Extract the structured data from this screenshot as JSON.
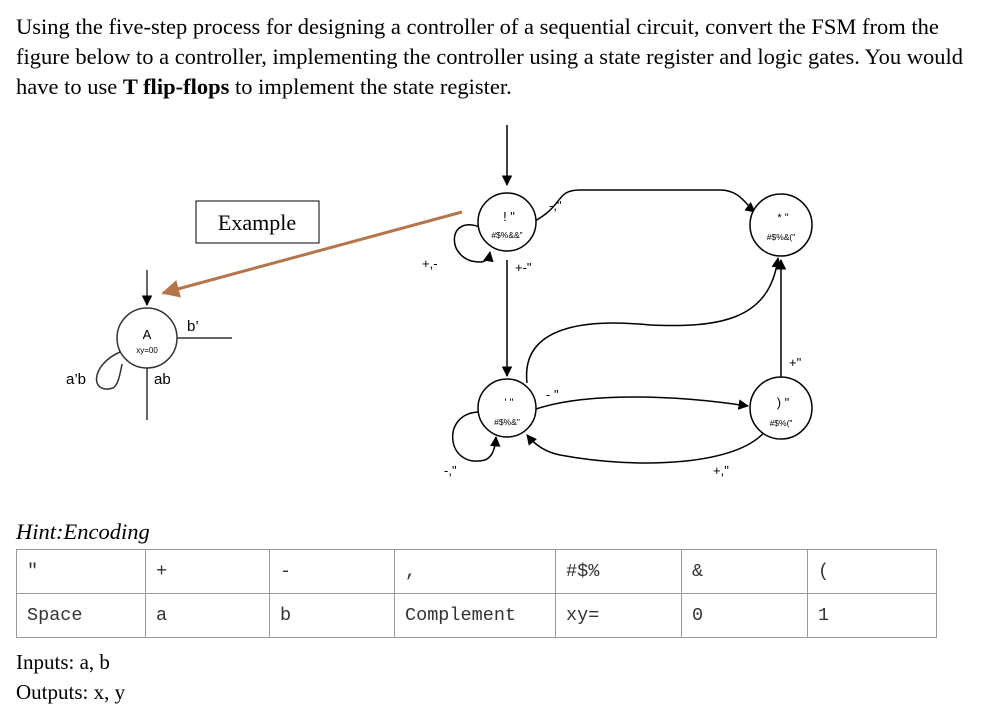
{
  "question": {
    "part1": "Using the five-step process for designing a controller of a sequential circuit, convert the FSM from the figure below to a controller, implementing the controller using a state register and logic gates. You would have to use ",
    "bold": "T flip-flops",
    "part2": " to implement the state register."
  },
  "example": {
    "box_label": "Example",
    "state_name": "A",
    "state_output": "xy=00",
    "labels": {
      "left_loop": "a’b",
      "right": "b’",
      "down": "ab"
    }
  },
  "fsm": {
    "states": {
      "s1": {
        "name": "! \"",
        "output": "#$%&&\""
      },
      "s2": {
        "name": "* \"",
        "output": "#$%&(\""
      },
      "s3": {
        "name": "' \"",
        "output": "#$%&\""
      },
      "s4": {
        "name": ") \"",
        "output": "#$%(\""
      }
    },
    "transitions": {
      "s1_self": "+,-",
      "s1_to_s2": "-,\"",
      "s1_to_s3": "+-\"",
      "s3_self": "-,\"",
      "s3_to_s2": "- \"",
      "s4_to_s2": "+\"",
      "s4_to_s3": "+,\""
    }
  },
  "hint": {
    "label": "Hint:Encoding"
  },
  "encoding": {
    "symbols": [
      "\"",
      "+",
      "-",
      ",",
      "#$%",
      "&",
      "("
    ],
    "meanings": [
      "Space",
      "a",
      "b",
      "Complement",
      "xy=",
      "0",
      "1"
    ]
  },
  "io": {
    "inputs": "Inputs: a, b",
    "outputs": "Outputs: x, y"
  },
  "colors": {
    "arrow": "#b5754b",
    "line": "#000000",
    "grid": "#9a9a9a"
  }
}
